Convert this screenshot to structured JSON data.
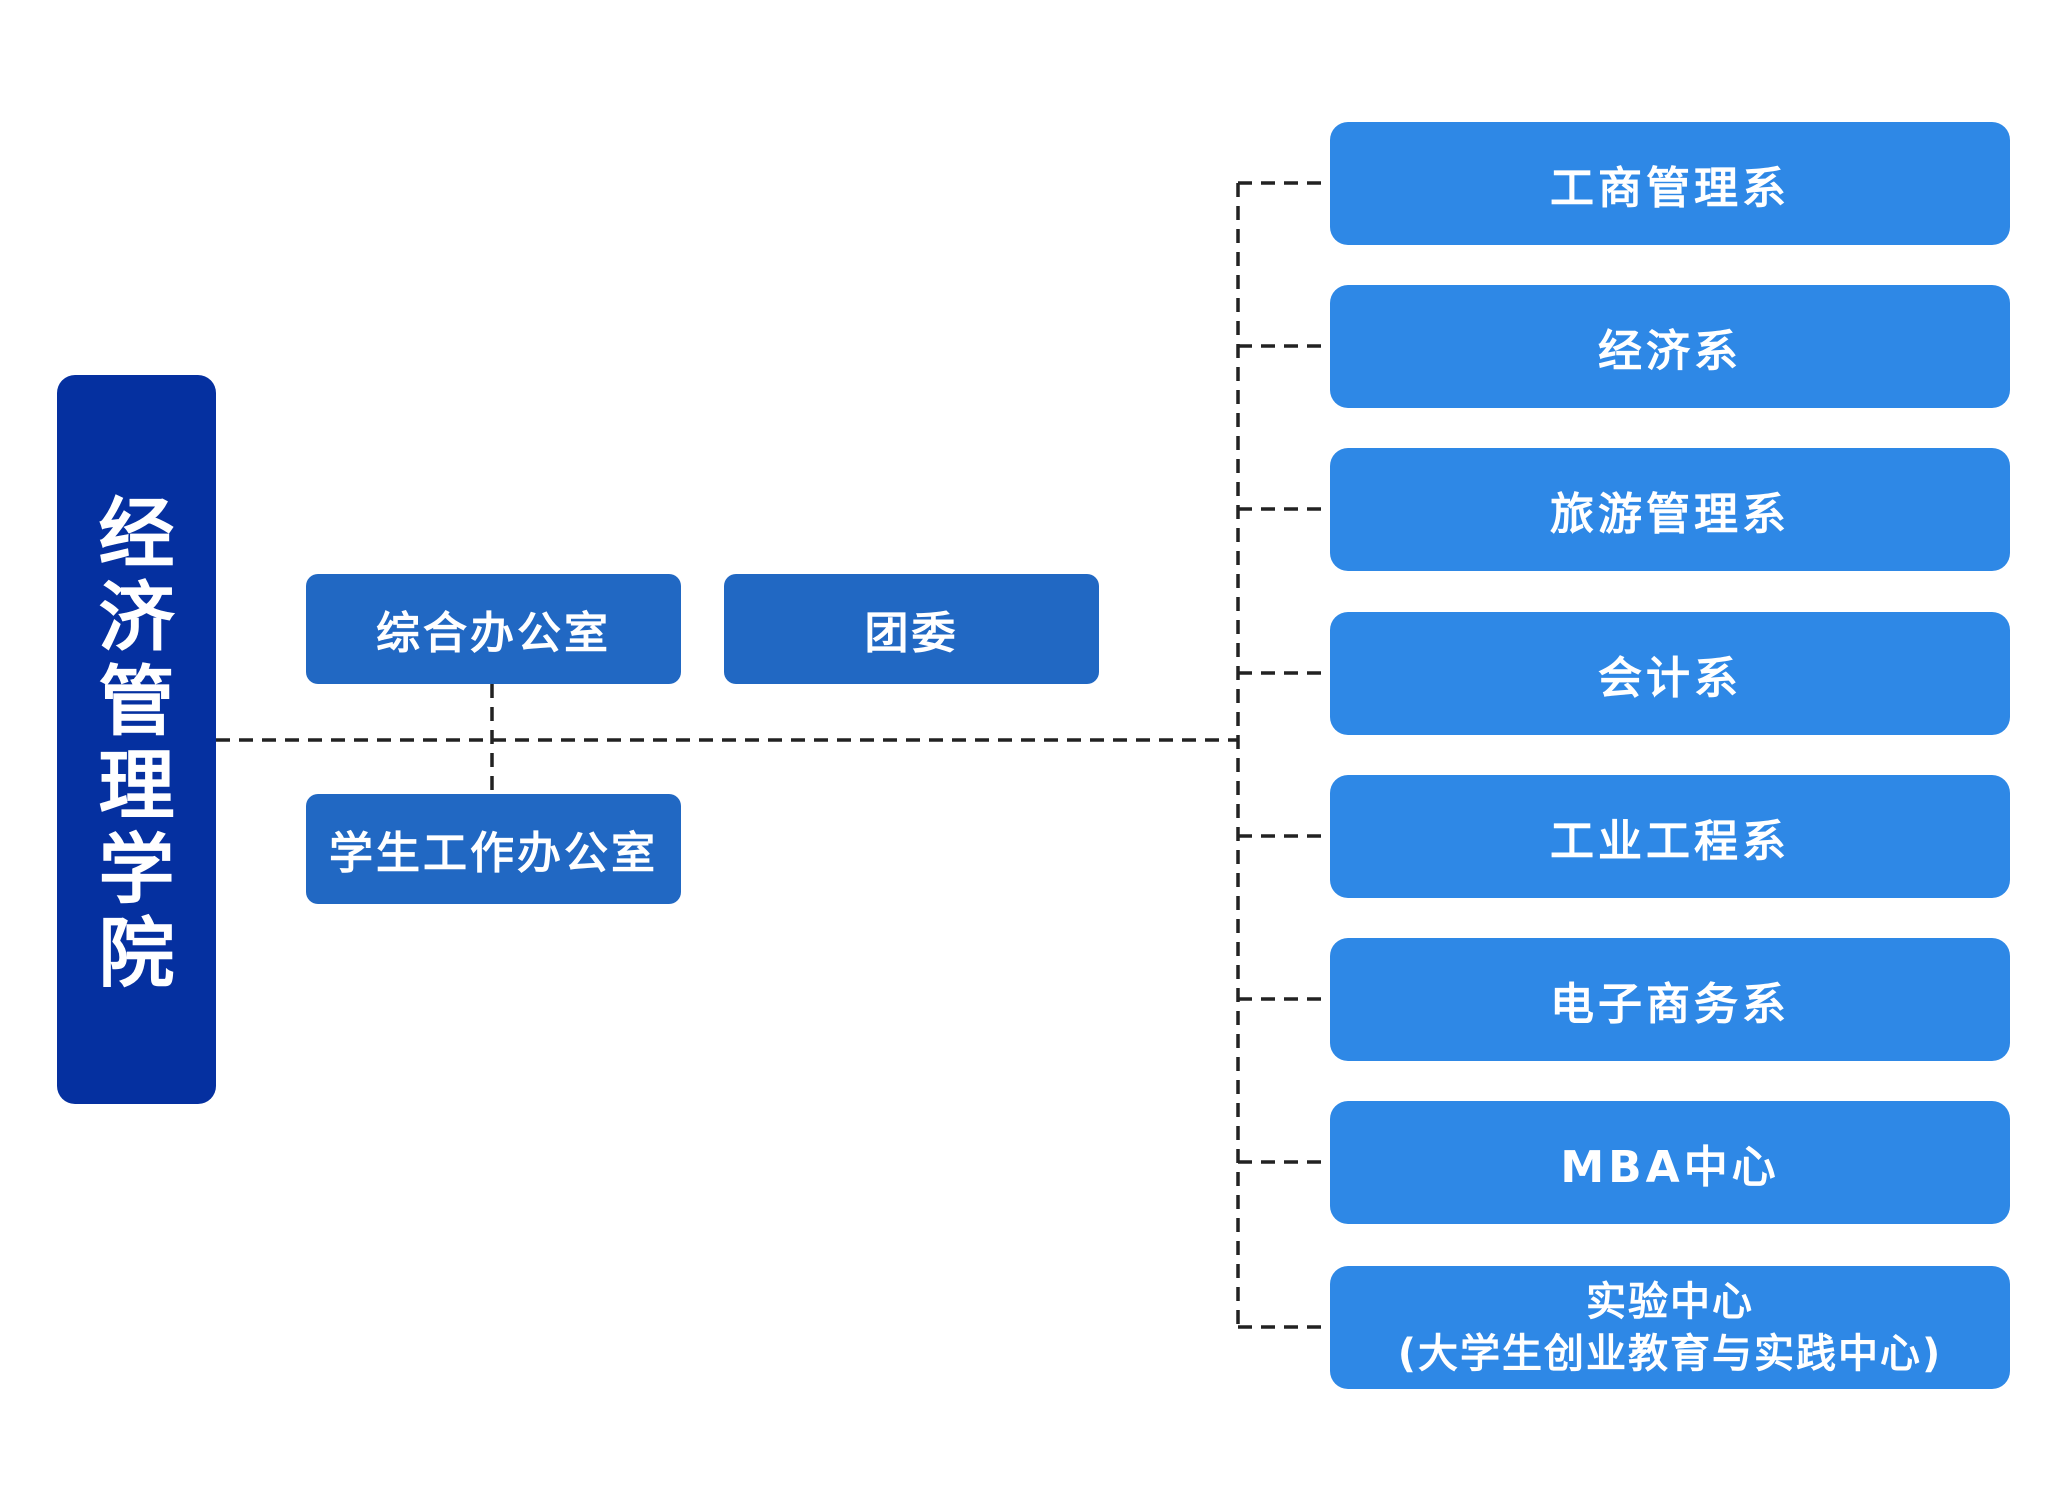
{
  "root": {
    "label": "经济管理学院",
    "chars": [
      "经",
      "济",
      "管",
      "理",
      "学",
      "院"
    ],
    "color": "#0530A0"
  },
  "offices": [
    {
      "label": "综合办公室"
    },
    {
      "label": "团委"
    },
    {
      "label": "学生工作办公室"
    }
  ],
  "office_color": "#2168C3",
  "departments": [
    {
      "label": "工商管理系"
    },
    {
      "label": "经济系"
    },
    {
      "label": "旅游管理系"
    },
    {
      "label": "会计系"
    },
    {
      "label": "工业工程系"
    },
    {
      "label": "电子商务系"
    },
    {
      "label": "MBA中心"
    },
    {
      "line1": "实验中心",
      "line2": "(大学生创业教育与实践中心)"
    }
  ],
  "department_color": "#2E88E6",
  "connector_style": "dashed",
  "connector_color": "#222222"
}
